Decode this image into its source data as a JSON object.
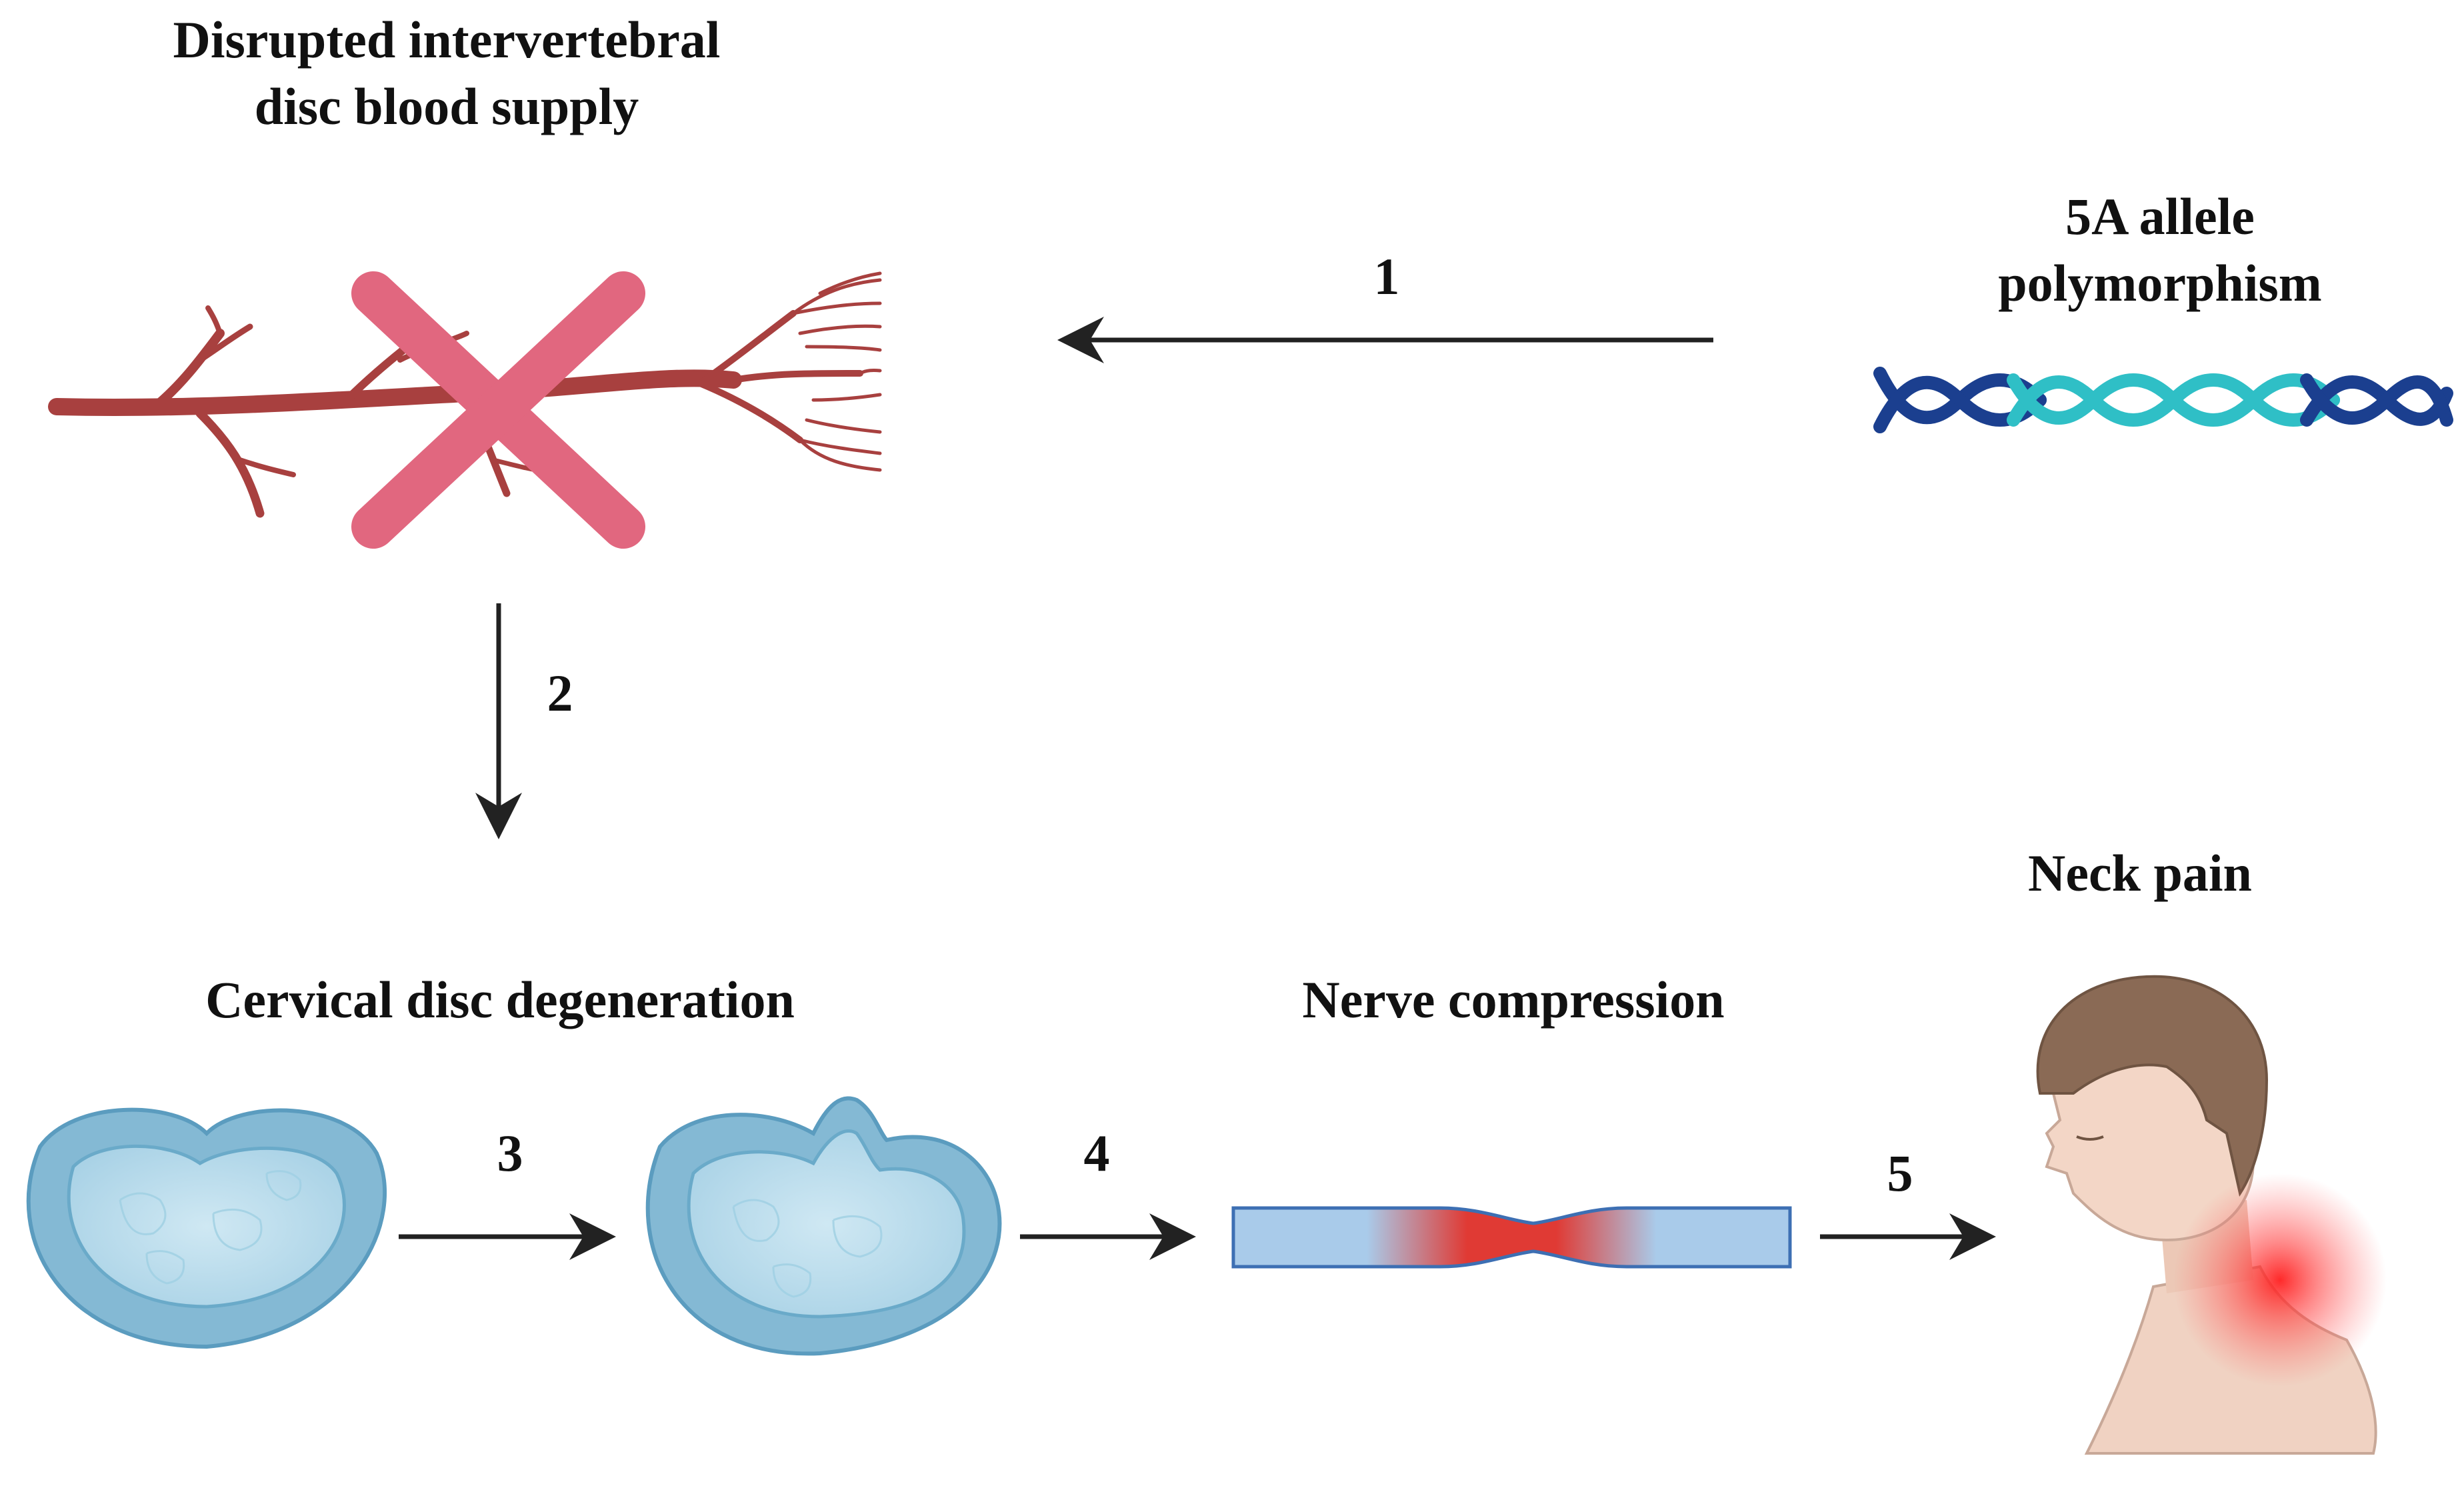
{
  "labels": {
    "blood_supply_line1": "Disrupted intervertebral",
    "blood_supply_line2": "disc blood supply",
    "allele_line1": "5A allele",
    "allele_line2": "polymorphism",
    "disc_degeneration": "Cervical disc degeneration",
    "nerve_compression": "Nerve compression",
    "neck_pain": "Neck pain"
  },
  "steps": {
    "s1": "1",
    "s2": "2",
    "s3": "3",
    "s4": "4",
    "s5": "5"
  },
  "colors": {
    "vessel": "#a8403f",
    "cross": "#e1677f",
    "dna_dark": "#1b3f8f",
    "dna_light": "#2fbfc6",
    "disc_outer": "#7fb3d0",
    "disc_inner": "#bfe0ee",
    "nerve": "#a9cbea",
    "compression": "#e03a34",
    "skin": "#f0d2c2",
    "hair": "#8a6a55",
    "pain": "#ff2a2a",
    "arrow": "#222222"
  },
  "icons": {
    "vessel": "blood-vessel-icon",
    "cross": "x-mark-icon",
    "dna": "dna-helix-icon",
    "healthy_disc": "intervertebral-disc-icon",
    "herniated_disc": "herniated-disc-icon",
    "nerve": "compressed-nerve-icon",
    "person": "person-neck-pain-icon"
  }
}
